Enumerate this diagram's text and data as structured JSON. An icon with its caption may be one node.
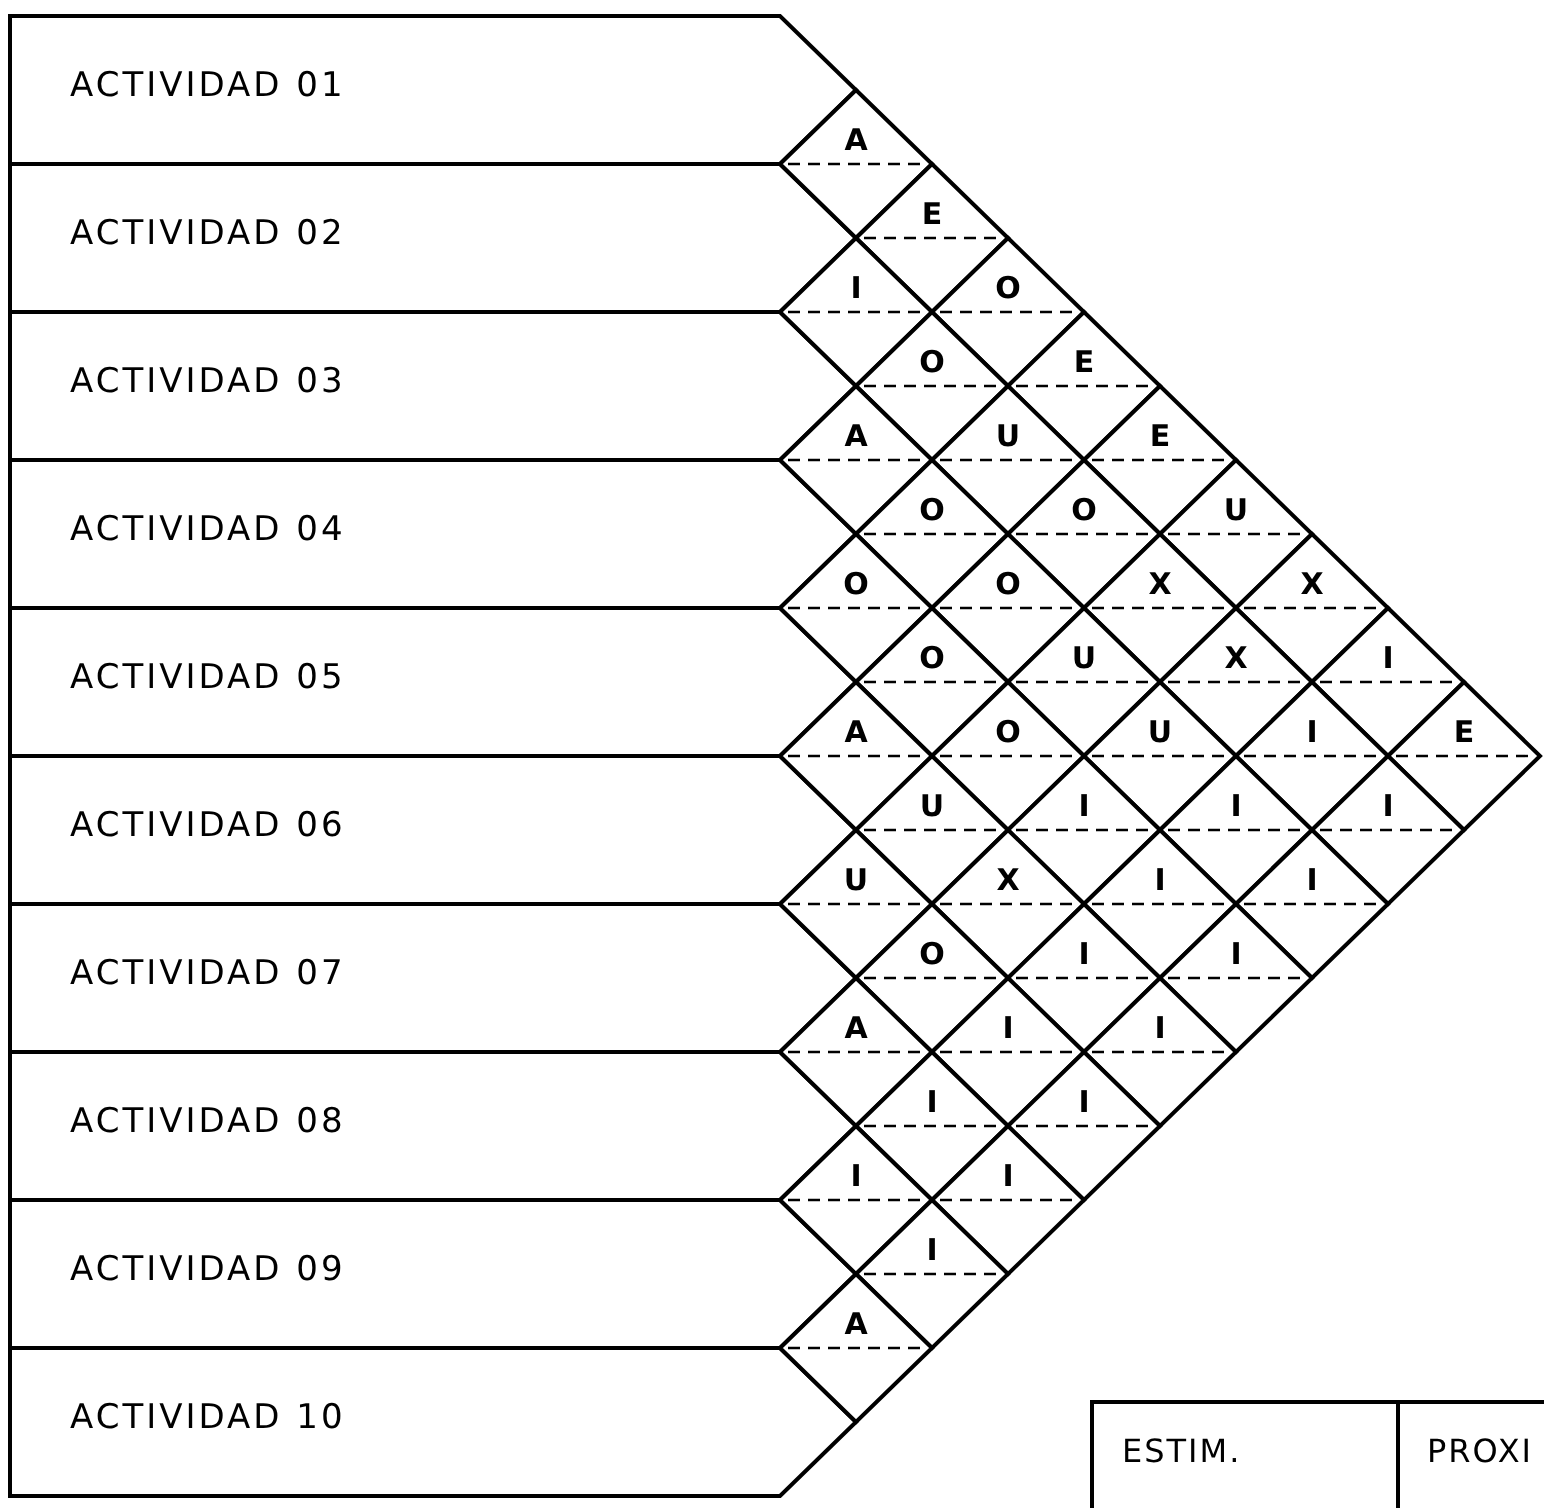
{
  "diagram": {
    "nodes": [
      {
        "text": [
          "ACTIVIDAD 01"
        ]
      },
      {
        "text": [
          "ACTIVIDAD 02"
        ]
      },
      {
        "text": [
          "ACTIVIDAD 03"
        ]
      },
      {
        "text": [
          "ACTIVIDAD 04"
        ]
      },
      {
        "text": [
          "ACTIVIDAD 05"
        ]
      },
      {
        "text": [
          "ACTIVIDAD 06"
        ]
      },
      {
        "text": [
          "ACTIVIDAD 07"
        ]
      },
      {
        "text": [
          "ACTIVIDAD 08"
        ]
      },
      {
        "text": [
          "ACTIVIDAD 09"
        ]
      },
      {
        "text": [
          "ACTIVIDAD 10"
        ]
      },
      {
        "text": [
          "A"
        ]
      },
      {
        "text": [
          "E"
        ]
      },
      {
        "text": [
          "I"
        ]
      },
      {
        "text": [
          "O"
        ]
      },
      {
        "text": [
          "O"
        ]
      },
      {
        "text": [
          "E"
        ]
      },
      {
        "text": [
          "A"
        ]
      },
      {
        "text": [
          "U"
        ]
      },
      {
        "text": [
          "E"
        ]
      },
      {
        "text": [
          "O"
        ]
      },
      {
        "text": [
          "O"
        ]
      },
      {
        "text": [
          "U"
        ]
      },
      {
        "text": [
          "O"
        ]
      },
      {
        "text": [
          "O"
        ]
      },
      {
        "text": [
          "X"
        ]
      },
      {
        "text": [
          "X"
        ]
      },
      {
        "text": [
          "O"
        ]
      },
      {
        "text": [
          "U"
        ]
      },
      {
        "text": [
          "X"
        ]
      },
      {
        "text": [
          "I"
        ]
      },
      {
        "text": [
          "A"
        ]
      },
      {
        "text": [
          "O"
        ]
      },
      {
        "text": [
          "U"
        ]
      },
      {
        "text": [
          "I"
        ]
      },
      {
        "text": [
          "E"
        ]
      },
      {
        "text": [
          "U"
        ]
      },
      {
        "text": [
          "I"
        ]
      },
      {
        "text": [
          "I"
        ]
      },
      {
        "text": [
          "I"
        ]
      },
      {
        "text": [
          "U"
        ]
      },
      {
        "text": [
          "X"
        ]
      },
      {
        "text": [
          "I"
        ]
      },
      {
        "text": [
          "I"
        ]
      },
      {
        "text": [
          "O"
        ]
      },
      {
        "text": [
          "I"
        ]
      },
      {
        "text": [
          "I"
        ]
      },
      {
        "text": [
          "A"
        ]
      },
      {
        "text": [
          "I"
        ]
      },
      {
        "text": [
          "I"
        ]
      },
      {
        "text": [
          "I"
        ]
      },
      {
        "text": [
          "I"
        ]
      },
      {
        "text": [
          "I"
        ]
      },
      {
        "text": [
          "I"
        ]
      },
      {
        "text": [
          "I"
        ]
      },
      {
        "text": [
          "A"
        ]
      }
    ],
    "labels": [
      "ESTIM.",
      "PROXI"
    ]
  }
}
